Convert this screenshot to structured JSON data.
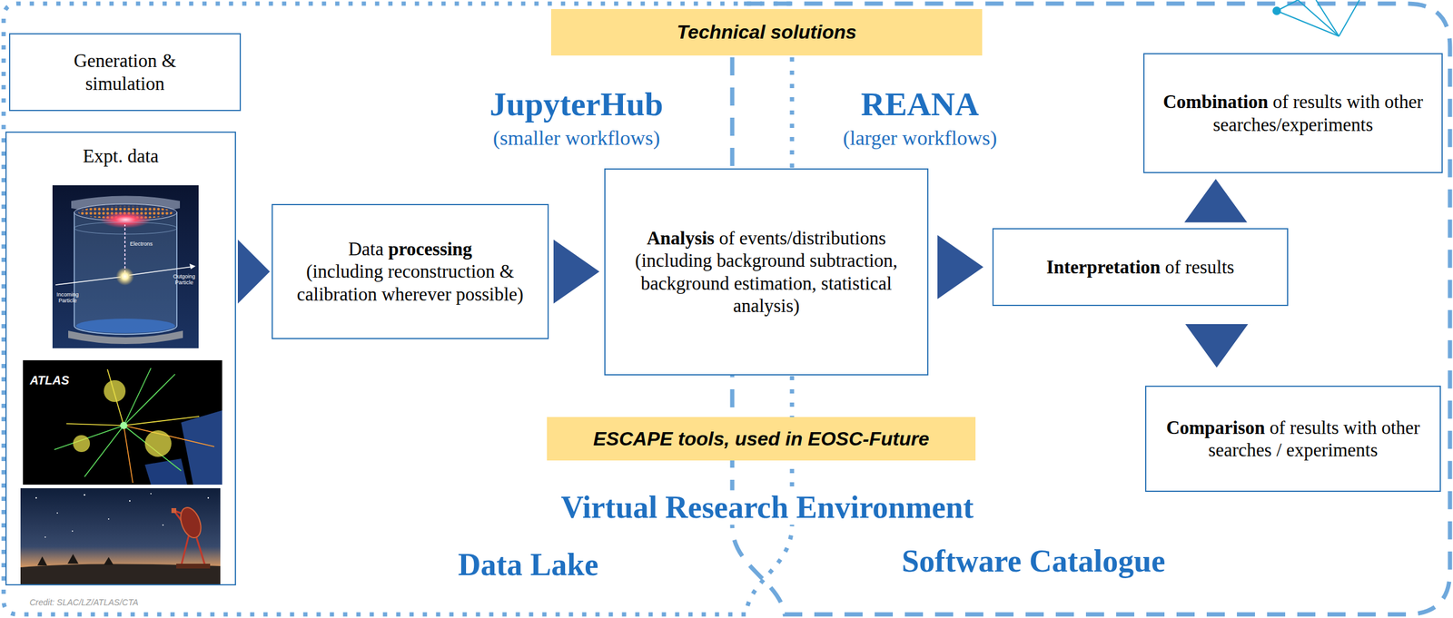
{
  "diagram": {
    "nodes": [
      {
        "text": [
          "Generation & simulation"
        ]
      },
      {
        "text": [
          "Expt. data"
        ]
      },
      {
        "text": [
          "Data processing",
          "(including reconstruction & calibration wherever possible)"
        ]
      },
      {
        "text": [
          "Technical solutions"
        ]
      },
      {
        "text": [
          "Analysis of events/distributions",
          "(including background subtraction, background estimation, statistical analysis)"
        ]
      },
      {
        "text": [
          "Interpretation of results"
        ]
      },
      {
        "text": [
          "Combination of results with other searches/experiments"
        ]
      },
      {
        "text": [
          "Comparison of results with other searches / experiments"
        ]
      },
      {
        "text": [
          "ESCAPE tools, used in EOSC-Future"
        ]
      }
    ],
    "edges": [
      {
        "from": 1,
        "to": 2,
        "arrow": "to"
      },
      {
        "from": 2,
        "to": 4,
        "arrow": "to"
      },
      {
        "from": 4,
        "to": 5,
        "arrow": "to"
      },
      {
        "from": 5,
        "to": 6,
        "arrow": "to"
      },
      {
        "from": 5,
        "to": 7,
        "arrow": "to"
      }
    ],
    "labels": [
      "JupyterHub",
      "(smaller workflows)",
      "REANA",
      "(larger workflows)",
      "Virtual Research Environment",
      "Data Lake",
      "Software Catalogue",
      "Credit: SLAC/LZ/ATLAS/CTA",
      "Electrons",
      "Incoming Particle",
      "Outgoing Particle",
      "ATLAS"
    ]
  }
}
